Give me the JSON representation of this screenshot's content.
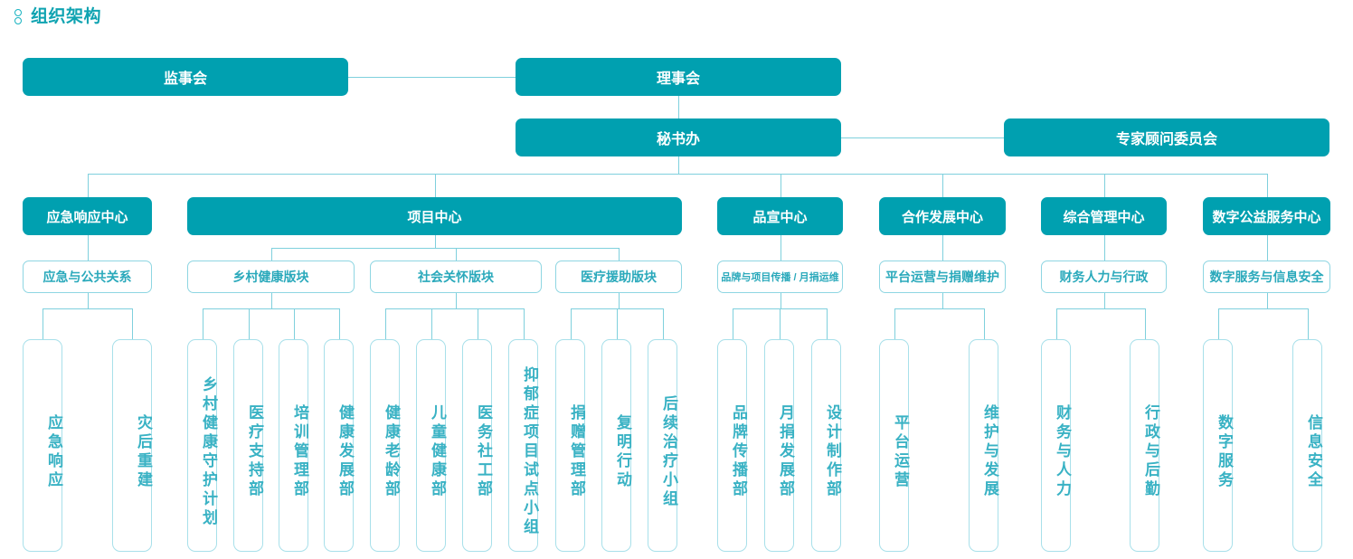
{
  "page": {
    "title": "组织架构",
    "title_icon": "org-chart-icon",
    "colors": {
      "solid_fill": "#00a0b0",
      "solid_text": "#ffffff",
      "outline_border": "#8ed6e2",
      "outline_text": "#2aa9bb",
      "leaf_border": "#a8e0ea",
      "leaf_text": "#39b2c4",
      "connector": "#7fd0dd",
      "background": "#ffffff"
    }
  },
  "chart_data": {
    "type": "org-chart",
    "title": "组织架构",
    "levels": [
      "governance",
      "secretariat",
      "centers",
      "divisions",
      "departments"
    ],
    "nodes": {
      "supervisory_board": "监事会",
      "board_of_directors": "理事会",
      "secretariat_office": "秘书办",
      "expert_advisory_committee": "专家顾问委员会"
    },
    "centers": [
      {
        "id": "emergency-response-center",
        "label": "应急响应中心",
        "divisions": [
          {
            "id": "emergency-public-relations",
            "label": "应急与公共关系",
            "departments": [
              {
                "id": "emergency-response",
                "label": "应急响应"
              },
              {
                "id": "post-disaster-reconstruction",
                "label": "灾后重建"
              }
            ]
          }
        ]
      },
      {
        "id": "project-center",
        "label": "项目中心",
        "divisions": [
          {
            "id": "rural-health-section",
            "label": "乡村健康版块",
            "departments": [
              {
                "id": "rural-health-guardian-plan",
                "label": "乡村健康守护计划"
              },
              {
                "id": "medical-support-dept",
                "label": "医疗支持部"
              },
              {
                "id": "training-management-dept",
                "label": "培训管理部"
              },
              {
                "id": "health-development-dept",
                "label": "健康发展部"
              }
            ]
          },
          {
            "id": "social-care-section",
            "label": "社会关怀版块",
            "departments": [
              {
                "id": "healthy-aging-dept",
                "label": "健康老龄部"
              },
              {
                "id": "child-health-dept",
                "label": "儿童健康部"
              },
              {
                "id": "medical-social-work-dept",
                "label": "医务社工部"
              },
              {
                "id": "depression-pilot-group",
                "label": "抑郁症项目试点小组"
              }
            ]
          },
          {
            "id": "medical-aid-section",
            "label": "医疗援助版块",
            "departments": [
              {
                "id": "donation-management-dept",
                "label": "捐赠管理部"
              },
              {
                "id": "sight-restoration-action",
                "label": "复明行动"
              },
              {
                "id": "follow-up-treatment-group",
                "label": "后续治疗小组"
              }
            ]
          }
        ]
      },
      {
        "id": "brand-communication-center",
        "label": "品宣中心",
        "divisions": [
          {
            "id": "brand-project-communication",
            "label": "品牌与项目传播 / 月捐运维",
            "departments": [
              {
                "id": "brand-communication-dept",
                "label": "品牌传播部"
              },
              {
                "id": "monthly-donation-development-dept",
                "label": "月捐发展部"
              },
              {
                "id": "design-production-dept",
                "label": "设计制作部"
              }
            ]
          }
        ]
      },
      {
        "id": "cooperation-development-center",
        "label": "合作发展中心",
        "divisions": [
          {
            "id": "platform-operation-donation-maintenance",
            "label": "平台运营与捐赠维护",
            "departments": [
              {
                "id": "platform-operation",
                "label": "平台运营"
              },
              {
                "id": "maintenance-development",
                "label": "维护与发展"
              }
            ]
          }
        ]
      },
      {
        "id": "general-management-center",
        "label": "综合管理中心",
        "divisions": [
          {
            "id": "finance-hr-administration",
            "label": "财务人力与行政",
            "departments": [
              {
                "id": "finance-human-resources",
                "label": "财务与人力"
              },
              {
                "id": "administration-logistics",
                "label": "行政与后勤"
              }
            ]
          }
        ]
      },
      {
        "id": "digital-charity-service-center",
        "label": "数字公益服务中心",
        "divisions": [
          {
            "id": "digital-service-information-security",
            "label": "数字服务与信息安全",
            "departments": [
              {
                "id": "digital-service",
                "label": "数字服务"
              },
              {
                "id": "information-security",
                "label": "信息安全"
              }
            ]
          }
        ]
      }
    ]
  }
}
